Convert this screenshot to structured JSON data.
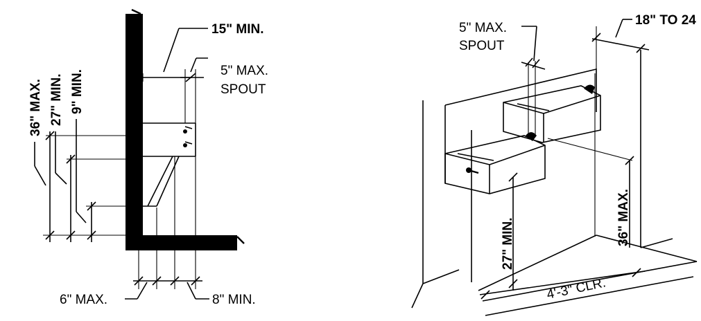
{
  "side_view": {
    "label_15_min": "15\" MIN.",
    "label_5_max": "5\" MAX.",
    "label_spout": "SPOUT",
    "label_36_max": "36\" MAX.",
    "label_27_min": "27\" MIN.",
    "label_9_min": "9\" MIN.",
    "label_6_max": "6\" MAX.",
    "label_8_min": "8\" MIN."
  },
  "iso_view": {
    "label_5_max": "5\" MAX.",
    "label_spout": "SPOUT",
    "label_18_to_24": "18\" TO 24",
    "label_36_max": "36\" MAX.",
    "label_27_min": "27\" MIN.",
    "label_clear": "4'-3\" CLR."
  }
}
